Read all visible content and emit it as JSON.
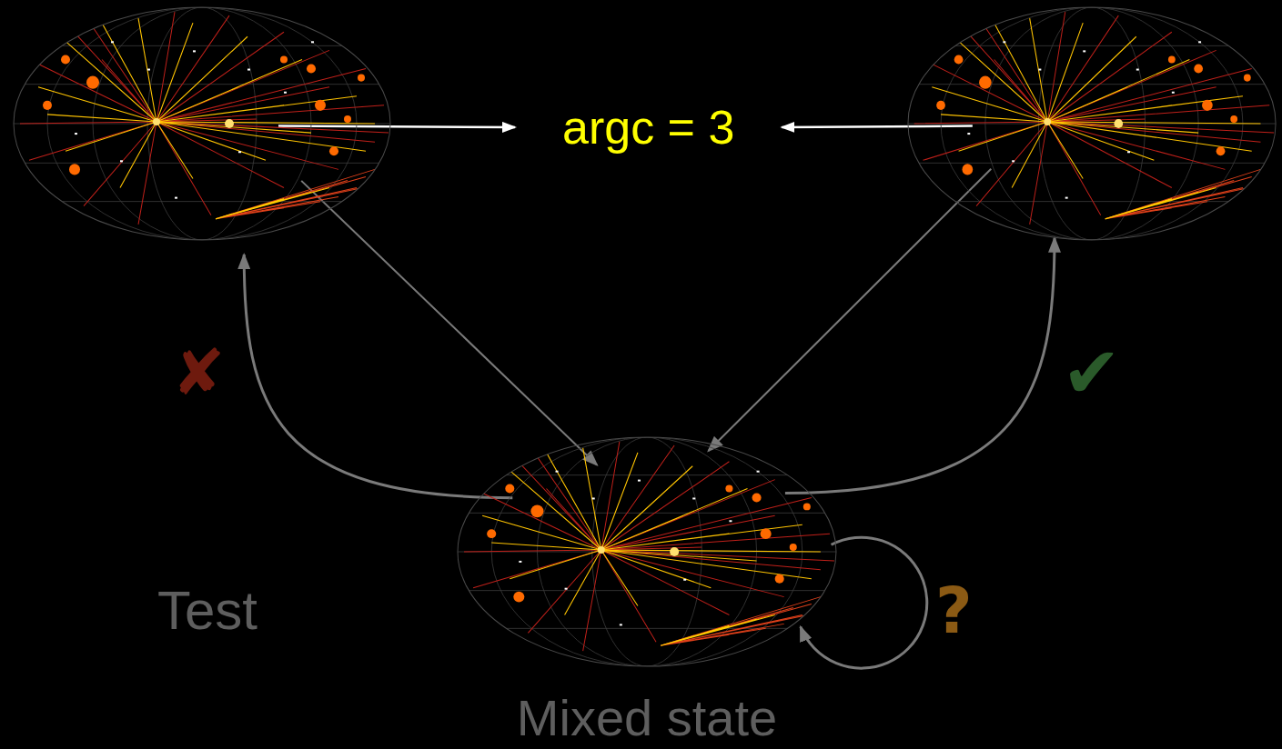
{
  "diagram": {
    "nodes": [
      {
        "text": []
      },
      {
        "text": [
          "argc = 3"
        ]
      },
      {
        "text": []
      },
      {
        "text": [
          "Mixed state"
        ]
      }
    ],
    "edges": [
      {
        "from": 0,
        "to": 1,
        "arrow": "to"
      },
      {
        "from": 2,
        "to": 1,
        "arrow": "to"
      },
      {
        "from": 0,
        "to": 3,
        "arrow": "to"
      },
      {
        "from": 2,
        "to": 3,
        "arrow": "to"
      },
      {
        "from": 3,
        "to": 0,
        "arrow": "to",
        "label": "✘"
      },
      {
        "from": 3,
        "to": 2,
        "arrow": "to",
        "label": "✔"
      },
      {
        "from": 3,
        "to": 3,
        "arrow": "to",
        "label": "?"
      }
    ],
    "labels": [
      "Test"
    ]
  }
}
